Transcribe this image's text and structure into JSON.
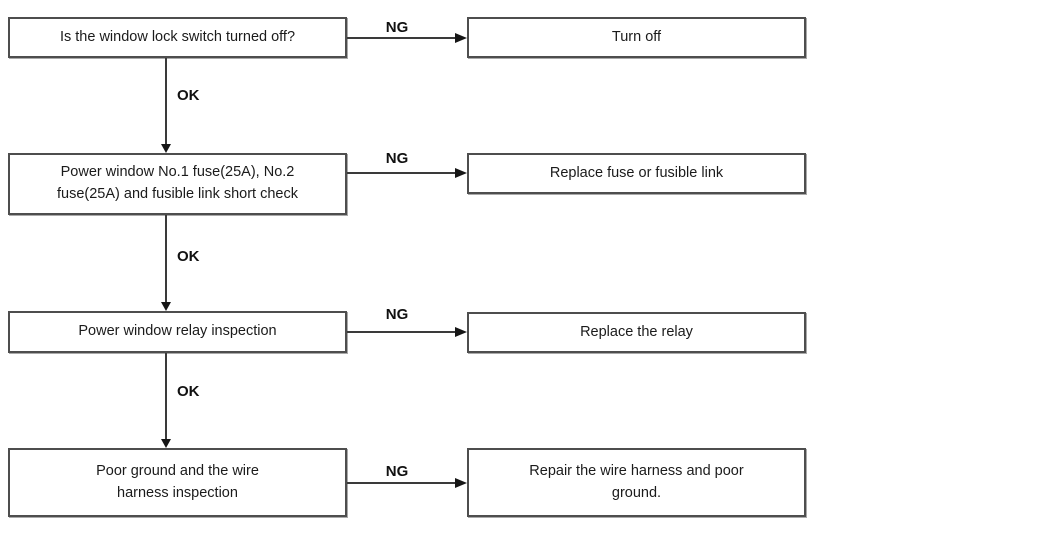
{
  "page": {
    "background": "#ffffff"
  },
  "colors": {
    "box_border": "#4e4e4e",
    "connector_line": "#3a3a3a",
    "text": "#1b1b1b",
    "label_text": "#111111"
  },
  "flowchart": {
    "rows": [
      {
        "step": "Is the window lock switch turned off?",
        "branch_label": "NG",
        "action": "Turn off"
      },
      {
        "step": "Power window No.1 fuse(25A), No.2\nfuse(25A) and fusible link short check",
        "branch_label": "NG",
        "action": "Replace fuse or fusible link"
      },
      {
        "step": "Power window relay inspection",
        "branch_label": "NG",
        "action": "Replace the relay"
      },
      {
        "step": "Poor ground and the wire\nharness inspection",
        "branch_label": "NG",
        "action": "Repair the wire harness and poor\nground."
      }
    ],
    "connectors": [
      {
        "label": "OK"
      },
      {
        "label": "OK"
      },
      {
        "label": "OK"
      }
    ]
  }
}
